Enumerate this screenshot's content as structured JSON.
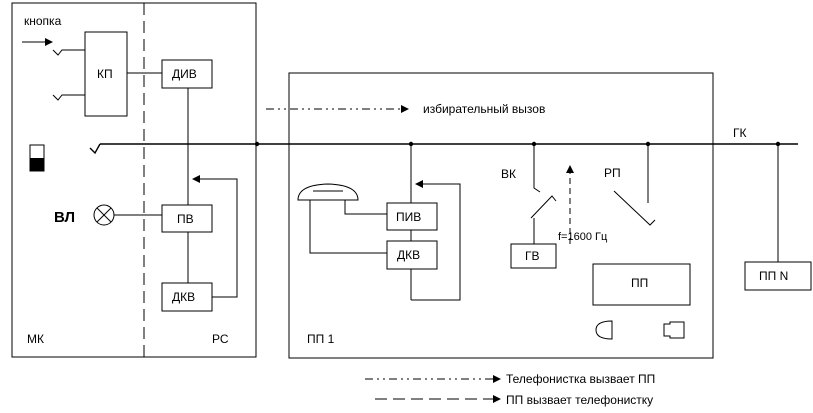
{
  "labels": {
    "knopka": "кнопка",
    "kp": "КП",
    "div": "ДИВ",
    "vl": "ВЛ",
    "pv": "ПВ",
    "dkv_left": "ДКВ",
    "mk": "МК",
    "rs": "РС",
    "izbiratelny": "избирательный вызов",
    "piv": "ПИВ",
    "dkv_mid": "ДКВ",
    "pp1": "ПП 1",
    "vk": "ВК",
    "rp": "РП",
    "gv": "ГВ",
    "freq": "f=1600 Гц",
    "pp": "ПП",
    "gk": "ГК",
    "ppn": "ПП N"
  },
  "legend": {
    "operator_calls": "Телефонистка вызвает ПП",
    "pp_calls": "ПП вызвает телефонистку"
  }
}
